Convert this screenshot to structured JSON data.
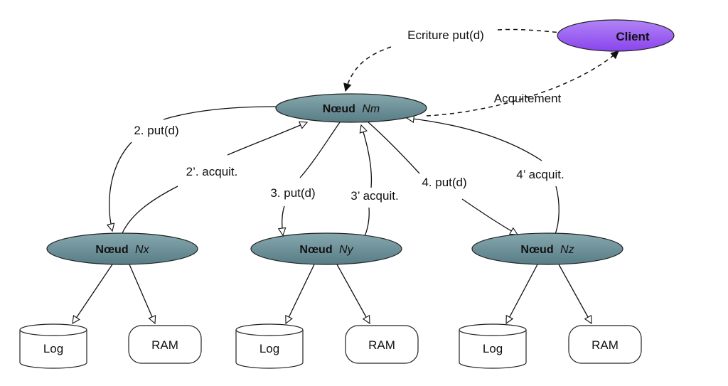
{
  "colors": {
    "node_fill": "#6a8e96",
    "client_fill": "#9b5cf2",
    "store_fill": "#ffffff",
    "line": "#111111"
  },
  "client": {
    "label": "Client"
  },
  "master": {
    "name": "Nœud",
    "id": "Nm"
  },
  "nodes": [
    {
      "name": "Nœud",
      "id": "Nx"
    },
    {
      "name": "Nœud",
      "id": "Ny"
    },
    {
      "name": "Nœud",
      "id": "Nz"
    }
  ],
  "storage": {
    "log_label": "Log",
    "ram_label": "RAM"
  },
  "labels": {
    "write": "Ecriture put(d)",
    "ack": "Acquitement",
    "put_x": "2. put(d)",
    "ack_x": "2’. acquit.",
    "put_y": "3. put(d)",
    "ack_y": "3’ acquit.",
    "put_z": "4. put(d)",
    "ack_z": "4’ acquit."
  }
}
